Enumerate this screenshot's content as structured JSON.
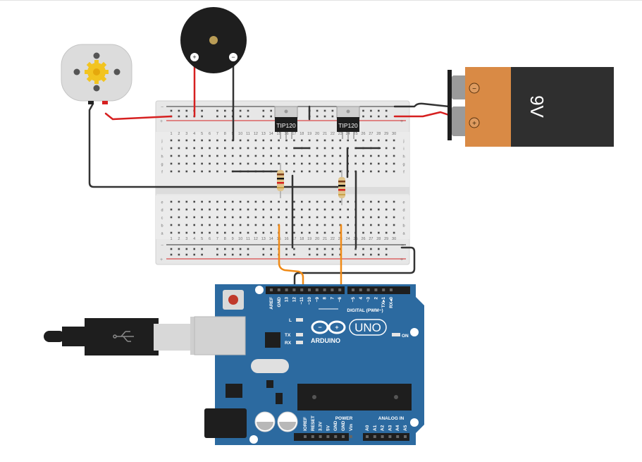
{
  "breadboard": {
    "rail_minus": "−",
    "rail_plus": "+",
    "rows_top": [
      "j",
      "i",
      "h",
      "g",
      "f"
    ],
    "rows_bottom": [
      "e",
      "d",
      "c",
      "b",
      "a"
    ],
    "column_numbers": [
      "1",
      "2",
      "3",
      "4",
      "5",
      "6",
      "7",
      "8",
      "9",
      "10",
      "11",
      "12",
      "13",
      "14",
      "15",
      "16",
      "17",
      "18",
      "19",
      "20",
      "21",
      "22",
      "23",
      "24",
      "25",
      "26",
      "27",
      "28",
      "29",
      "30"
    ]
  },
  "transistors": [
    {
      "label": "TIP120"
    },
    {
      "label": "TIP120"
    }
  ],
  "battery": {
    "label": "9V",
    "minus": "−",
    "plus": "+",
    "colors": {
      "cap": "#d98a45",
      "body": "#2f2f2f"
    }
  },
  "buzzer": {
    "plus": "+",
    "minus": "−"
  },
  "arduino": {
    "brand": "ARDUINO",
    "model": "UNO",
    "digital_label": "DIGITAL (PWM~)",
    "power_label": "POWER",
    "analog_label": "ANALOG IN",
    "on_label": "ON",
    "led_l": "L",
    "led_tx": "TX",
    "led_rx": "RX",
    "digital_pins": [
      "AREF",
      "GND",
      "13",
      "12",
      "~11",
      "~10",
      "~9",
      "8",
      "7",
      "~6",
      "~5",
      "4",
      "~3",
      "2",
      "TX▸1",
      "RX◂0"
    ],
    "power_pins": [
      "IOREF",
      "RESET",
      "3.3V",
      "5V",
      "GND",
      "GND",
      "Vin"
    ],
    "analog_pins": [
      "A0",
      "A1",
      "A2",
      "A3",
      "A4",
      "A5"
    ],
    "colors": {
      "board": "#2c6aa0",
      "text": "#ffffff"
    }
  },
  "colors": {
    "wire_red": "#d62020",
    "wire_black": "#333333",
    "wire_orange": "#f08a16",
    "breadboard": "#e6e6e6"
  }
}
